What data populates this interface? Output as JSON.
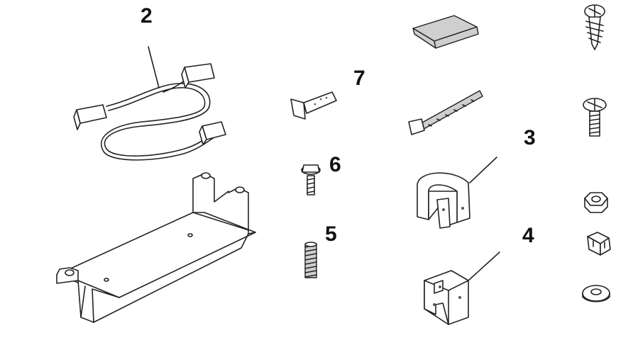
{
  "callouts": {
    "wire_harness": "2",
    "small_bracket": "7",
    "bolt": "6",
    "spring": "5",
    "clamp_bracket": "3",
    "mount_clip": "4"
  },
  "colors": {
    "line": "#222222",
    "shade": "#cfcfcf",
    "background": "#ffffff"
  }
}
